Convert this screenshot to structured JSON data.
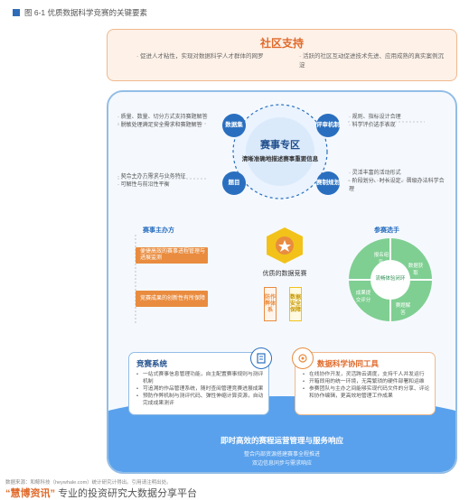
{
  "figure_title": "图 6-1 优质数据科学竞赛的关键要素",
  "community": {
    "title": "社区支持",
    "left_text": "· 促进人才粘性，实现对数据科学人才群体的网罗",
    "right_text": "· 活跃的社区互动促进技术先进、应用成熟的真实案例沉淀"
  },
  "competition_zone": {
    "title": "赛事专区",
    "subtitle": "清晰准确地描述赛事重要信息",
    "nodes": [
      "数据集",
      "评审机制",
      "题目",
      "赛制规划"
    ],
    "notes": {
      "dataset_1": "· 质量、数量、切分方式支持赛题解答",
      "dataset_2": "· 脱敏处理满足安全需求和赛题解答",
      "review_1": "· 规则、指标设计合理",
      "review_2": "· 科学评价选手表现",
      "topic_1": "· 契合主办方需求与业务特征",
      "topic_2": "· 可解性与前沿性平衡",
      "plan_1": "· 灵活丰富的活动形式",
      "plan_2": "· 阶段划分、时长设定、晋级办法科学合理"
    }
  },
  "organizer": {
    "title": "赛事主办方",
    "items": [
      "便捷高效的赛事进程管理与进展监测",
      "竞赛成果的创新性有所保障"
    ]
  },
  "center": {
    "title": "优质的数据竞赛",
    "pillars": [
      "防作弊体系",
      "数据安全保障"
    ]
  },
  "participants": {
    "title": "参赛选手",
    "cycle": [
      "报名组队",
      "数据获取",
      "赛题解答",
      "成果提交评分"
    ],
    "center_label": "流畅体验闭环"
  },
  "system_card": {
    "title": "竞赛系统",
    "items": [
      "一站式赛事信息管理功能，自主配置赛事规则与测评机制",
      "可追溯的作品管理系统，随时查阅管理竞赛进展成果",
      "预防作弊机制与测评代码、弹性伸缩计算资源，自动完成成果测评"
    ]
  },
  "tools_card": {
    "title": "数据科学协同工具",
    "items": [
      "在线协作开发，灵活跨云调度，支持千人并发运行",
      "开箱即用的统一环境，无需繁琐的硬件部署和运维",
      "参赛团队与主办之间能够实现代码文件的分享、评论和协作编辑，更高效地管理工作成果"
    ]
  },
  "bottom": {
    "title": "即时高效的赛程运营管理与服务响应",
    "items": [
      "整合内部资源搭建赛事全程推进",
      "双边信息同步与需求响应"
    ]
  },
  "source": "数据来源：和鲸科技（heywhale.com）统计研究计得出。引用请注明出处。",
  "brand": {
    "quote_name": "“慧博资讯”",
    "tagline": "专业的投资研究大数据分享平台"
  },
  "colors": {
    "blue": "#2a6fbf",
    "orange": "#e98c3f",
    "green": "#3bb16a",
    "yellow": "#f2c21b"
  }
}
